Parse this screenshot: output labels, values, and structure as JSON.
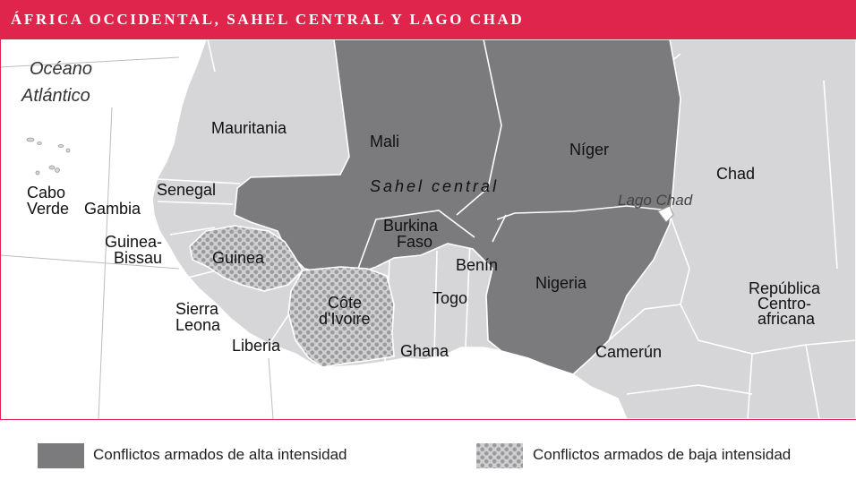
{
  "map": {
    "title": "ÁFRICA OCCIDENTAL, SAHEL CENTRAL Y LAGO CHAD",
    "colors": {
      "accent": "#e0254c",
      "high_intensity": "#7b7b7d",
      "low_intensity_dots": "#9a9a9c",
      "low_intensity_bg": "#cfcfd1",
      "land_other": "#d6d6d8",
      "ocean": "#ffffff",
      "border": "#ffffff"
    },
    "regions": {
      "ocean": "Océano Atlántico",
      "sahel": "Sahel central",
      "lake": "Lago Chad"
    },
    "countries": {
      "mauritania": "Mauritania",
      "mali": "Mali",
      "niger": "Níger",
      "chad": "Chad",
      "senegal": "Senegal",
      "cabo_verde_1": "Cabo",
      "cabo_verde_2": "Verde",
      "gambia": "Gambia",
      "guinea_bissau_1": "Guinea-",
      "guinea_bissau_2": "Bissau",
      "guinea": "Guinea",
      "burkina_1": "Burkina",
      "burkina_2": "Faso",
      "benin": "Benín",
      "togo": "Togo",
      "nigeria": "Nigeria",
      "sierra_leone_1": "Sierra",
      "sierra_leone_2": "Leona",
      "liberia": "Liberia",
      "cote_1": "Côte",
      "cote_2": "d'Ivoire",
      "ghana": "Ghana",
      "cameroon": "Camerún",
      "car_1": "República",
      "car_2": "Centro-",
      "car_3": "africana"
    },
    "legend": {
      "high": "Conflictos armados de alta intensidad",
      "low": "Conflictos armados de baja intensidad"
    }
  }
}
